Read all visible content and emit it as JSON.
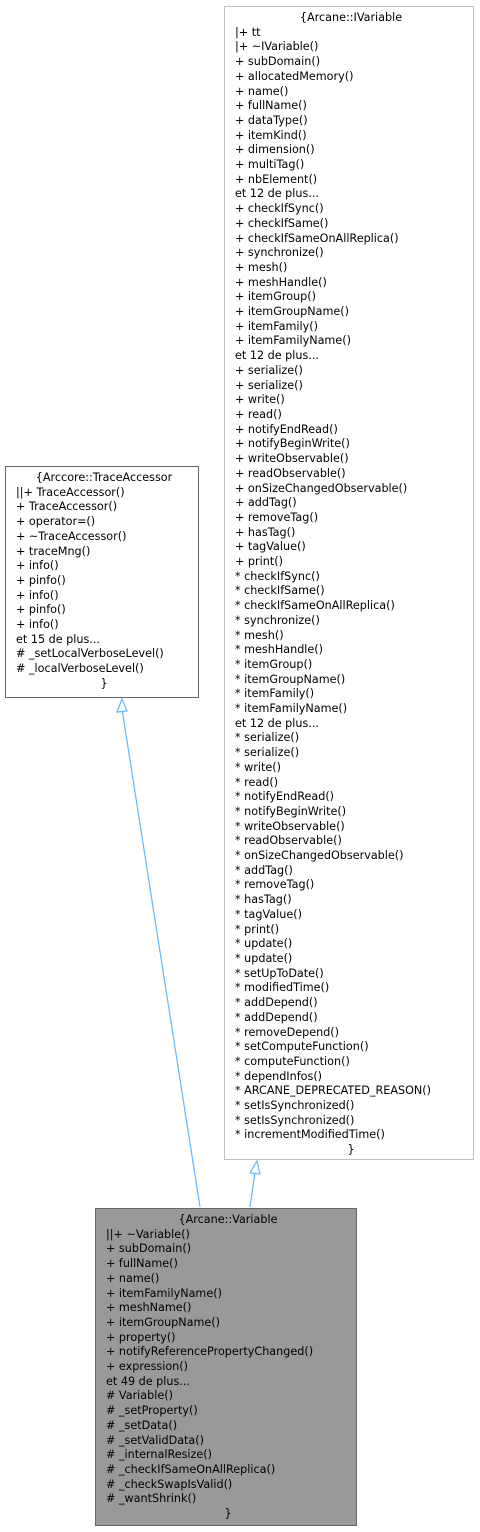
{
  "nodes": {
    "ivariable": {
      "title": "{Arcane::IVariable",
      "close": "}",
      "members": [
        "|+ tt",
        "|+ ~IVariable()",
        "+ subDomain()",
        "+ allocatedMemory()",
        "+ name()",
        "+ fullName()",
        "+ dataType()",
        "+ itemKind()",
        "+ dimension()",
        "+ multiTag()",
        "+ nbElement()",
        "et 12 de plus...",
        "+ checkIfSync()",
        "+ checkIfSame()",
        "+ checkIfSameOnAllReplica()",
        "+ synchronize()",
        "+ mesh()",
        "+ meshHandle()",
        "+ itemGroup()",
        "+ itemGroupName()",
        "+ itemFamily()",
        "+ itemFamilyName()",
        "et 12 de plus...",
        "+ serialize()",
        "+ serialize()",
        "+ write()",
        "+ read()",
        "+ notifyEndRead()",
        "+ notifyBeginWrite()",
        "+ writeObservable()",
        "+ readObservable()",
        "+ onSizeChangedObservable()",
        "+ addTag()",
        "+ removeTag()",
        "+ hasTag()",
        "+ tagValue()",
        "+ print()",
        "* checkIfSync()",
        "* checkIfSame()",
        "* checkIfSameOnAllReplica()",
        "* synchronize()",
        "* mesh()",
        "* meshHandle()",
        "* itemGroup()",
        "* itemGroupName()",
        "* itemFamily()",
        "* itemFamilyName()",
        "et 12 de plus...",
        "* serialize()",
        "* serialize()",
        "* write()",
        "* read()",
        "* notifyEndRead()",
        "* notifyBeginWrite()",
        "* writeObservable()",
        "* readObservable()",
        "* onSizeChangedObservable()",
        "* addTag()",
        "* removeTag()",
        "* hasTag()",
        "* tagValue()",
        "* print()",
        "* update()",
        "* update()",
        "* setUpToDate()",
        "* modifiedTime()",
        "* addDepend()",
        "* addDepend()",
        "* removeDepend()",
        "* setComputeFunction()",
        "* computeFunction()",
        "* dependInfos()",
        "* ARCANE_DEPRECATED_REASON()",
        "* setIsSynchronized()",
        "* setIsSynchronized()",
        "* incrementModifiedTime()"
      ]
    },
    "traceaccessor": {
      "title": "{Arccore::TraceAccessor",
      "close": "}",
      "members": [
        "||+ TraceAccessor()",
        "+ TraceAccessor()",
        "+ operator=()",
        "+ ~TraceAccessor()",
        "+ traceMng()",
        "+ info()",
        "+ pinfo()",
        "+ info()",
        "+ pinfo()",
        "+ info()",
        "et 15 de plus...",
        "# _setLocalVerboseLevel()",
        "# _localVerboseLevel()"
      ]
    },
    "variable": {
      "title": "{Arcane::Variable",
      "close": "}",
      "members": [
        "||+ ~Variable()",
        "+ subDomain()",
        "+ fullName()",
        "+ name()",
        "+ itemFamilyName()",
        "+ meshName()",
        "+ itemGroupName()",
        "+ property()",
        "+ notifyReferencePropertyChanged()",
        "+ expression()",
        "et 49 de plus...",
        "# Variable()",
        "# _setProperty()",
        "# _setData()",
        "# _setValidData()",
        "# _internalResize()",
        "# _checkIfSameOnAllReplica()",
        "# _checkSwapIsValid()",
        "# _wantShrink()"
      ]
    }
  },
  "colors": {
    "edge": "#63b8ff",
    "selected_fill": "#999999",
    "node_border": "#666666",
    "faded_border": "#bfbfbf"
  }
}
